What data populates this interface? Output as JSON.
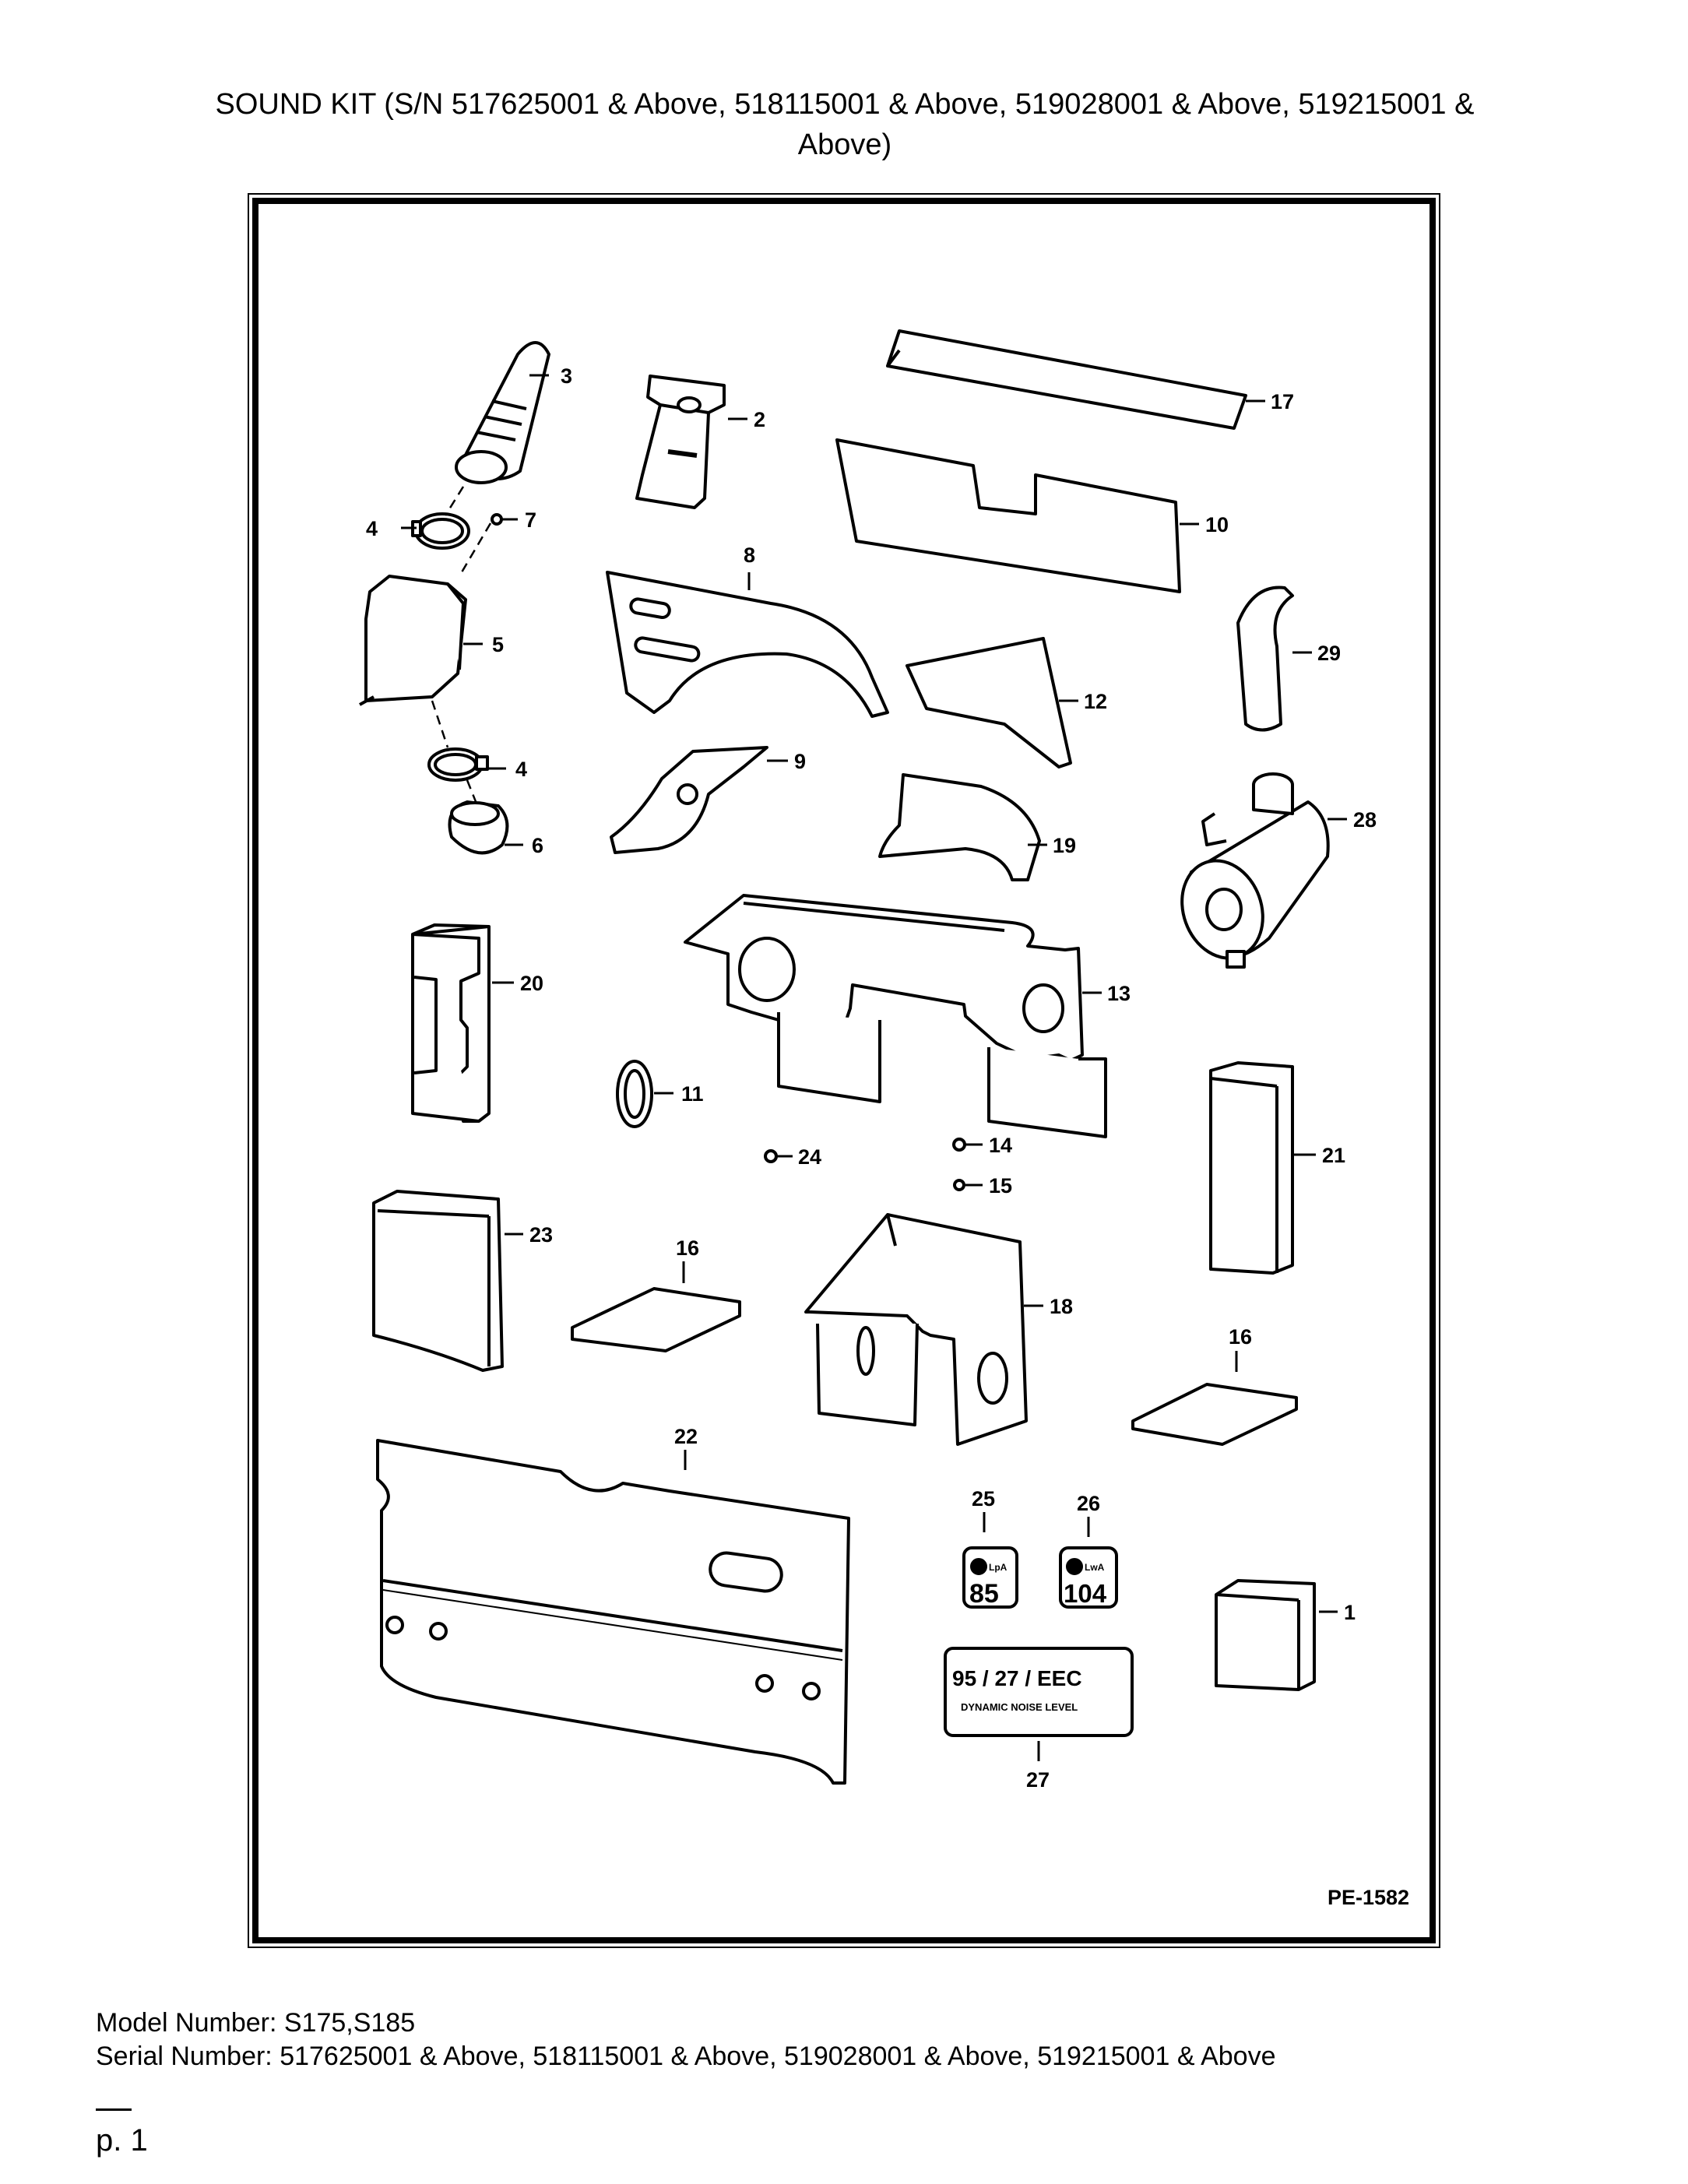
{
  "page": {
    "title_line1": "SOUND KIT (S/N 517625001 & Above, 518115001 & Above, 519028001 & Above, 519215001 &",
    "title_line2": "Above)",
    "drawing_id": "PE-1582",
    "model_number": "Model Number: S175,S185",
    "serial_number": "Serial Number: 517625001 & Above, 518115001 & Above, 519028001 & Above, 519215001 & Above",
    "page_number": "p. 1"
  },
  "callouts": [
    "1",
    "2",
    "3",
    "4",
    "4",
    "5",
    "6",
    "7",
    "8",
    "9",
    "10",
    "11",
    "12",
    "13",
    "14",
    "15",
    "16",
    "16",
    "17",
    "18",
    "19",
    "20",
    "21",
    "22",
    "23",
    "24",
    "25",
    "26",
    "27",
    "28",
    "29"
  ],
  "decals": {
    "lpa_label": "LpA",
    "lpa_value": "85",
    "lwa_label": "LwA",
    "lwa_value": "104",
    "eec_title": "95 / 27 / EEC",
    "eec_subtitle": "DYNAMIC NOISE LEVEL"
  }
}
